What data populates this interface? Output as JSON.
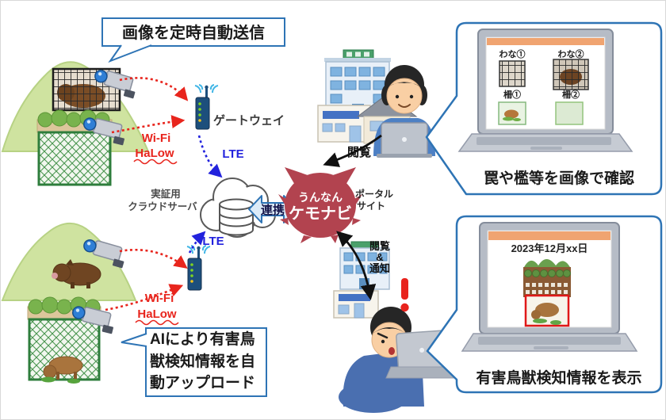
{
  "colors": {
    "box_border_blue": "#2e74b5",
    "alert_red": "#e8231d",
    "lte_blue": "#2222dd",
    "wifi_red": "#e8251d",
    "logo_red": "#b2434f",
    "screen_header_orange": "#f0a471",
    "detection_box_red": "#e01818"
  },
  "callouts": {
    "top_left": "画像を定時自動送信",
    "bottom_left": "AIにより有害鳥獣検知情報を自動アップロード"
  },
  "network": {
    "gateway_label": "ゲートウェイ",
    "wifi_line1": "Wi-Fi",
    "wifi_line2": "HaLow",
    "lte_label": "LTE",
    "cloud_line1": "実証用",
    "cloud_line2": "クラウドサーバ",
    "link_label": "連携"
  },
  "portal": {
    "logo_line1": "うんなん",
    "logo_line2": "ケモナビ",
    "type_line1": "ポータル",
    "type_line2": "サイト"
  },
  "actions": {
    "browse": "閲覧",
    "browse_notify_line1": "閲覧",
    "browse_notify_line2": "&",
    "browse_notify_line3": "通知",
    "alert_mark": "!"
  },
  "panel_top": {
    "screen_items": [
      {
        "label": "わな①"
      },
      {
        "label": "わな②"
      },
      {
        "label": "柵①"
      },
      {
        "label": "柵②"
      }
    ],
    "caption": "罠や檻等を画像で確認"
  },
  "panel_bottom": {
    "date": "2023年12月xx日",
    "caption": "有害鳥獣検知情報を表示"
  }
}
